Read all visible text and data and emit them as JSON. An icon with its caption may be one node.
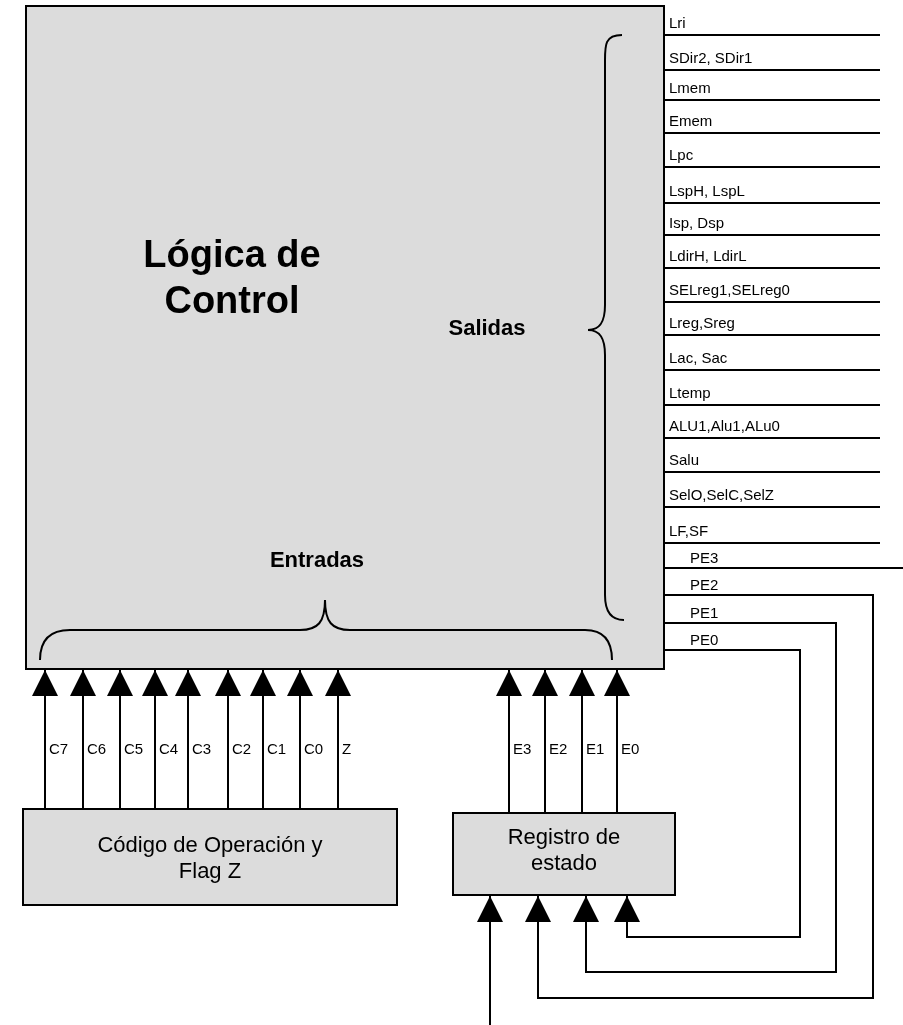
{
  "diagram": {
    "nodes": [
      {
        "text": [
          "Lógica de Control",
          "Salidas",
          "Entradas"
        ]
      },
      {
        "text": [
          "Código de Operación y Flag Z"
        ]
      },
      {
        "text": [
          "Registro de estado"
        ]
      }
    ],
    "edges": [
      {
        "from": 1,
        "to": 0,
        "arrow": "to",
        "label": "C7"
      },
      {
        "from": 1,
        "to": 0,
        "arrow": "to",
        "label": "C6"
      },
      {
        "from": 1,
        "to": 0,
        "arrow": "to",
        "label": "C5"
      },
      {
        "from": 1,
        "to": 0,
        "arrow": "to",
        "label": "C4"
      },
      {
        "from": 1,
        "to": 0,
        "arrow": "to",
        "label": "C3"
      },
      {
        "from": 1,
        "to": 0,
        "arrow": "to",
        "label": "C2"
      },
      {
        "from": 1,
        "to": 0,
        "arrow": "to",
        "label": "C1"
      },
      {
        "from": 1,
        "to": 0,
        "arrow": "to",
        "label": "C0"
      },
      {
        "from": 1,
        "to": 0,
        "arrow": "to",
        "label": "Z"
      },
      {
        "from": 2,
        "to": 0,
        "arrow": "to",
        "label": "E3"
      },
      {
        "from": 2,
        "to": 0,
        "arrow": "to",
        "label": "E2"
      },
      {
        "from": 2,
        "to": 0,
        "arrow": "to",
        "label": "E1"
      },
      {
        "from": 2,
        "to": 0,
        "arrow": "to",
        "label": "E0"
      },
      {
        "from": 0,
        "to": null,
        "arrow": "none",
        "label": "Lri"
      },
      {
        "from": 0,
        "to": null,
        "arrow": "none",
        "label": "SDir2, SDir1"
      },
      {
        "from": 0,
        "to": null,
        "arrow": "none",
        "label": "Lmem"
      },
      {
        "from": 0,
        "to": null,
        "arrow": "none",
        "label": "Emem"
      },
      {
        "from": 0,
        "to": null,
        "arrow": "none",
        "label": "Lpc"
      },
      {
        "from": 0,
        "to": null,
        "arrow": "none",
        "label": "LspH, LspL"
      },
      {
        "from": 0,
        "to": null,
        "arrow": "none",
        "label": "Isp, Dsp"
      },
      {
        "from": 0,
        "to": null,
        "arrow": "none",
        "label": "LdirH, LdirL"
      },
      {
        "from": 0,
        "to": null,
        "arrow": "none",
        "label": "SELreg1,SELreg0"
      },
      {
        "from": 0,
        "to": null,
        "arrow": "none",
        "label": "Lreg,Sreg"
      },
      {
        "from": 0,
        "to": null,
        "arrow": "none",
        "label": "Lac, Sac"
      },
      {
        "from": 0,
        "to": null,
        "arrow": "none",
        "label": "Ltemp"
      },
      {
        "from": 0,
        "to": null,
        "arrow": "none",
        "label": "ALU1,Alu1,ALu0"
      },
      {
        "from": 0,
        "to": null,
        "arrow": "none",
        "label": "Salu"
      },
      {
        "from": 0,
        "to": null,
        "arrow": "none",
        "label": "SelO,SelC,SelZ"
      },
      {
        "from": 0,
        "to": null,
        "arrow": "none",
        "label": "LF,SF"
      },
      {
        "from": 0,
        "to": null,
        "arrow": "none",
        "label": "PE3"
      },
      {
        "from": 0,
        "to": 2,
        "arrow": "to",
        "label": "PE2"
      },
      {
        "from": 0,
        "to": 2,
        "arrow": "to",
        "label": "PE1"
      },
      {
        "from": 0,
        "to": 2,
        "arrow": "to",
        "label": "PE0"
      },
      {
        "from": null,
        "to": 2,
        "arrow": "to"
      }
    ]
  }
}
